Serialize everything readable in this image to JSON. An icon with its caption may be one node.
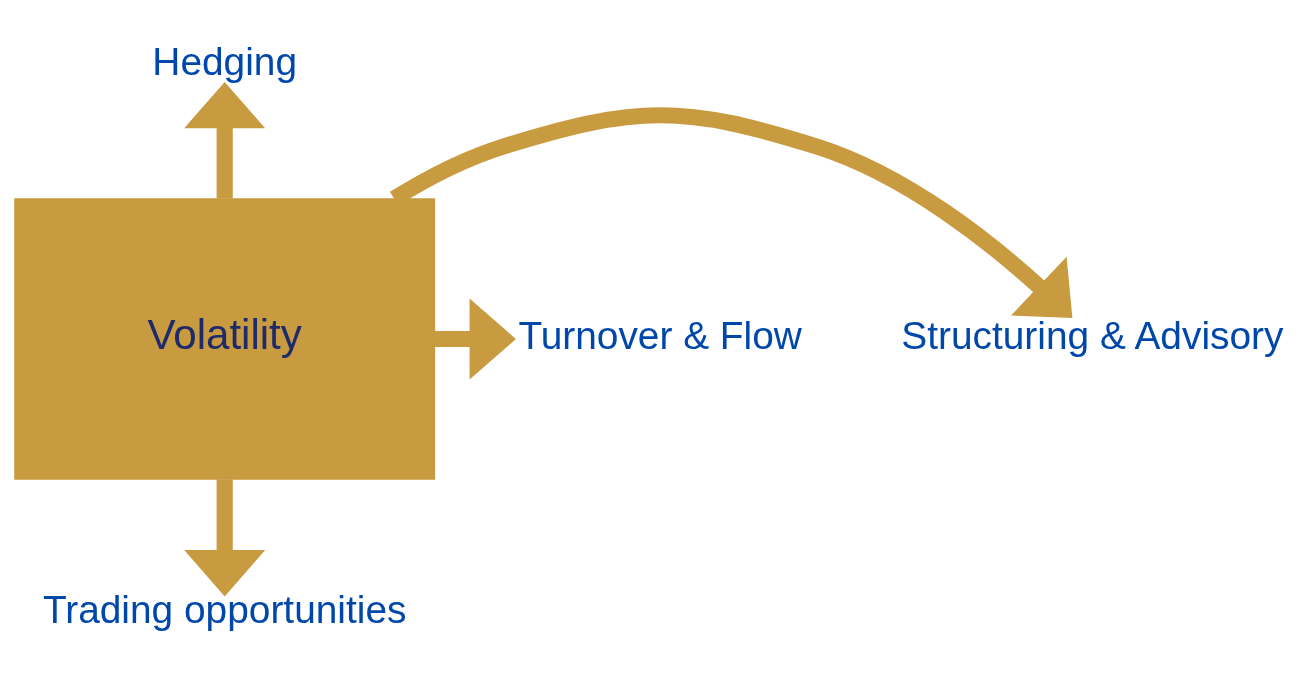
{
  "diagram": {
    "nodes": [
      {
        "text": [
          "Volatility"
        ]
      },
      {
        "text": [
          "Hedging"
        ]
      },
      {
        "text": [
          "Structuring & Advisory"
        ]
      },
      {
        "text": [
          "Turnover & Flow"
        ]
      },
      {
        "text": [
          "Trading opportunities"
        ]
      }
    ],
    "edges": [
      {
        "from": 0,
        "to": 1,
        "arrow": "to"
      },
      {
        "from": 0,
        "to": 2,
        "arrow": "to"
      },
      {
        "from": 0,
        "to": 3,
        "arrow": "to"
      },
      {
        "from": 0,
        "to": 4,
        "arrow": "to"
      }
    ]
  }
}
